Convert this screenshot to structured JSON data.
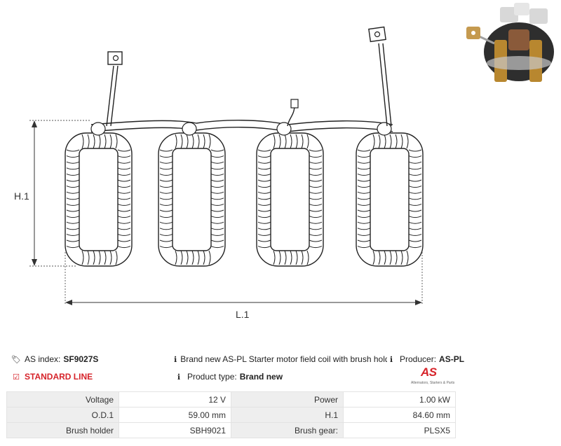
{
  "diagram": {
    "height_label": "H.1",
    "length_label": "L.1"
  },
  "info": {
    "as_index_label": "AS index:",
    "as_index_value": "SF9027S",
    "standard_line": "STANDARD LINE",
    "description": "Brand new AS-PL Starter motor field coil with brush holder",
    "product_type_label": "Product type:",
    "product_type_value": "Brand new",
    "producer_label": "Producer:",
    "producer_value": "AS-PL"
  },
  "logo": {
    "mark": "AS",
    "tagline": "Alternators, Starters & Parts"
  },
  "specs": [
    [
      {
        "k": "Voltage",
        "v": "12 V"
      },
      {
        "k": "Power",
        "v": "1.00 kW"
      }
    ],
    [
      {
        "k": "O.D.1",
        "v": "59.00 mm"
      },
      {
        "k": "H.1",
        "v": "84.60 mm"
      }
    ],
    [
      {
        "k": "Brush holder",
        "v": "SBH9021"
      },
      {
        "k": "Brush gear:",
        "v": "PLSX5"
      }
    ]
  ],
  "colors": {
    "accent": "#d6232a",
    "spec_key_bg": "#eeeeee",
    "line": "#222222"
  }
}
